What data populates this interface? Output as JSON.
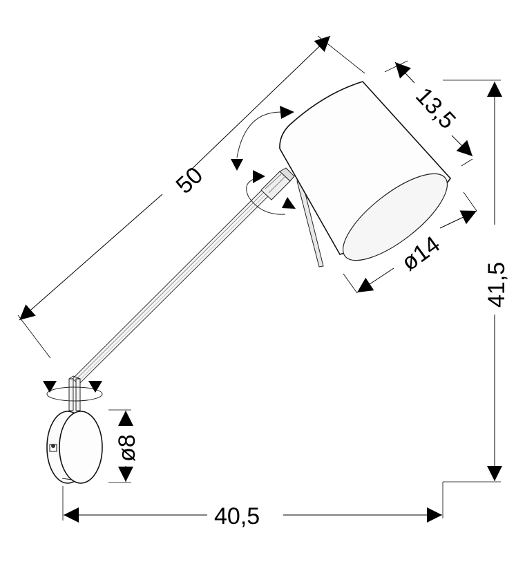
{
  "diagram": {
    "title": "Wall lamp with adjustable arm - technical dimension drawing",
    "subject": "wall-mounted swing-arm lamp",
    "units": "cm",
    "dimensions": {
      "arm_length": {
        "label": "50",
        "description": "diagonal arm length"
      },
      "shade_height": {
        "label": "13,5",
        "description": "shade depth"
      },
      "shade_diameter": {
        "label": "ø14",
        "description": "shade opening diameter"
      },
      "total_height": {
        "label": "41,5",
        "description": "overall height"
      },
      "base_diameter": {
        "label": "ø8",
        "description": "wall base diameter"
      },
      "total_width": {
        "label": "40,5",
        "description": "overall projection"
      }
    },
    "rotation_indicators": [
      {
        "location": "shade-tilt",
        "description": "shade tilts up/down"
      },
      {
        "location": "arm-joint",
        "description": "arm rotates around axis"
      },
      {
        "location": "base-swivel",
        "description": "arm swivels at base"
      }
    ],
    "colors": {
      "line": "#000000",
      "background": "#ffffff",
      "shade_fill": "#fdfdfd"
    }
  }
}
